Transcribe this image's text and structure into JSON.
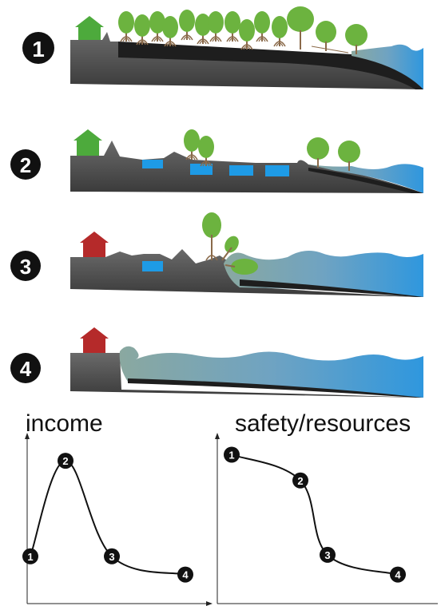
{
  "panels": [
    {
      "label": "1",
      "house_color": "#4daa3c"
    },
    {
      "label": "2",
      "house_color": "#4daa3c"
    },
    {
      "label": "3",
      "house_color": "#b52a2a"
    },
    {
      "label": "4",
      "house_color": "#b52a2a"
    }
  ],
  "charts": {
    "income": {
      "title": "income",
      "points": [
        {
          "label": "1",
          "value": 0.28
        },
        {
          "label": "2",
          "value": 0.91
        },
        {
          "label": "3",
          "value": 0.28
        },
        {
          "label": "4",
          "value": 0.16
        }
      ]
    },
    "safety": {
      "title": "safety/resources",
      "points": [
        {
          "label": "1",
          "value": 0.95
        },
        {
          "label": "2",
          "value": 0.78
        },
        {
          "label": "3",
          "value": 0.29
        },
        {
          "label": "4",
          "value": 0.16
        }
      ]
    }
  },
  "colors": {
    "water": "#3a9ad9",
    "land": "#5a5a5a",
    "dark": "#1e1e1e",
    "tree": "#6cb33f",
    "pond": "#1e9be6"
  }
}
